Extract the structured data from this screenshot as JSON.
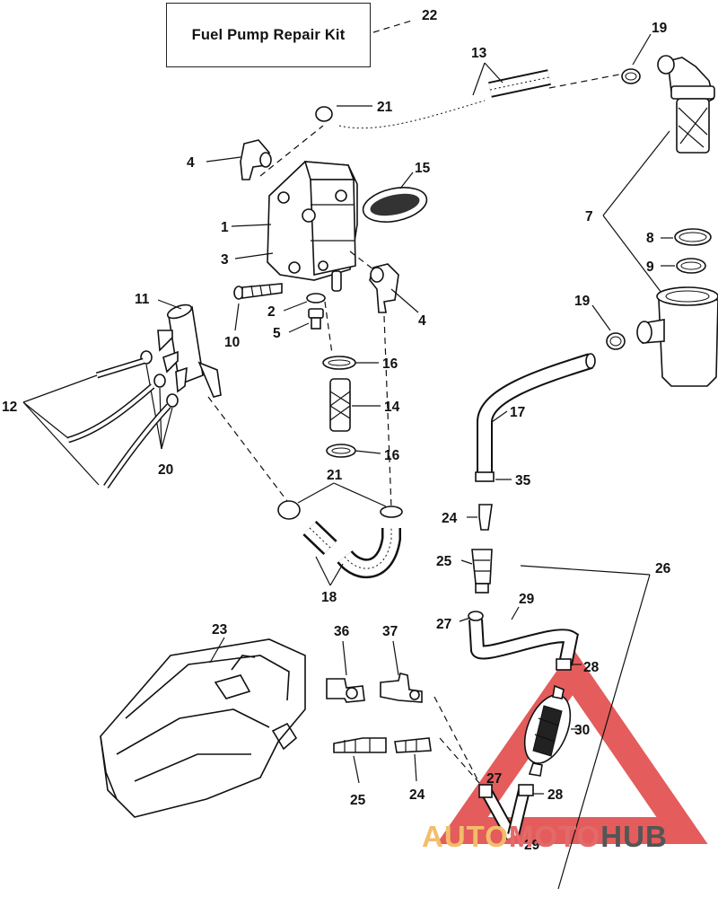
{
  "kit_title": "Fuel Pump Repair Kit",
  "callouts": {
    "c22": "22",
    "c19a": "19",
    "c13": "13",
    "c21a": "21",
    "c4a": "4",
    "c15": "15",
    "c1": "1",
    "c3": "3",
    "c7": "7",
    "c8": "8",
    "c9": "9",
    "c11": "11",
    "c2": "2",
    "c4b": "4",
    "c10": "10",
    "c5": "5",
    "c19b": "19",
    "c16a": "16",
    "c14": "14",
    "c12": "12",
    "c17": "17",
    "c16b": "16",
    "c20": "20",
    "c35": "35",
    "c21b": "21",
    "c24a": "24",
    "c25a": "25",
    "c26": "26",
    "c18": "18",
    "c29a": "29",
    "c27a": "27",
    "c23": "23",
    "c36": "36",
    "c37": "37",
    "c28a": "28",
    "c30": "30",
    "c27b": "27",
    "c28b": "28",
    "c25b": "25",
    "c24b": "24",
    "c29b": "29"
  },
  "watermark": {
    "part1": "AUTO",
    "part2": "MOTO",
    "part3": "HUB"
  },
  "colors": {
    "watermark_red": "#e04040",
    "watermark_orange": "#f3bd6a",
    "watermark_gray": "#555555",
    "ink": "#111111"
  }
}
